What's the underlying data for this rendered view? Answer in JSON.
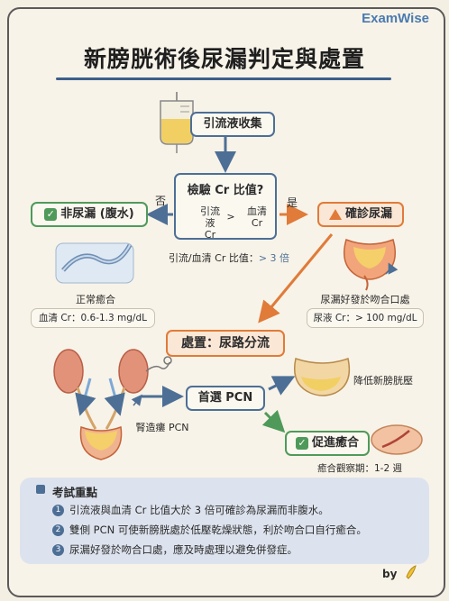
{
  "brand": "ExamWise",
  "title": "新膀胱術後尿漏判定與處置",
  "drainage": {
    "label": "引流液收集"
  },
  "test": {
    "question": "檢驗 Cr 比值?",
    "tube1_line1": "引流液",
    "tube1_line2": "Cr",
    "compare": ">",
    "tube2_line1": "血清",
    "tube2_line2": "Cr"
  },
  "branch": {
    "no": "否",
    "yes": "是"
  },
  "ratio_note": {
    "prefix": "引流/血清 Cr 比值：",
    "value": "> 3 倍"
  },
  "non_leak": {
    "label": "非尿漏 (腹水)",
    "caption": "正常癒合",
    "serum": "血清 Cr：0.6-1.3 mg/dL"
  },
  "leak": {
    "label": "確診尿漏",
    "caption": "尿漏好發於吻合口處",
    "urine": "尿液 Cr：> 100 mg/dL"
  },
  "treatment": {
    "label": "處置：尿路分流"
  },
  "pcn": {
    "caption": "腎造瘻 PCN",
    "choice": "首選 PCN",
    "effect": "降低新膀胱壓",
    "promote": "促進癒合",
    "period": "癒合觀察期：1-2 週"
  },
  "keypoints": {
    "heading": "考試重點",
    "items": [
      {
        "num": "1",
        "text": "引流液與血清 Cr 比值大於 3 倍可確診為尿漏而非腹水。"
      },
      {
        "num": "2",
        "text": "雙側 PCN 可使新膀胱處於低壓乾燥狀態，利於吻合口自行癒合。"
      },
      {
        "num": "3",
        "text": "尿漏好發於吻合口處，應及時處理以避免併發症。"
      }
    ]
  },
  "footer": {
    "by": "by"
  },
  "colors": {
    "blue": "#4d6f96",
    "green": "#4f9a5a",
    "orange": "#e07b39",
    "panel": "#dde3ee"
  }
}
